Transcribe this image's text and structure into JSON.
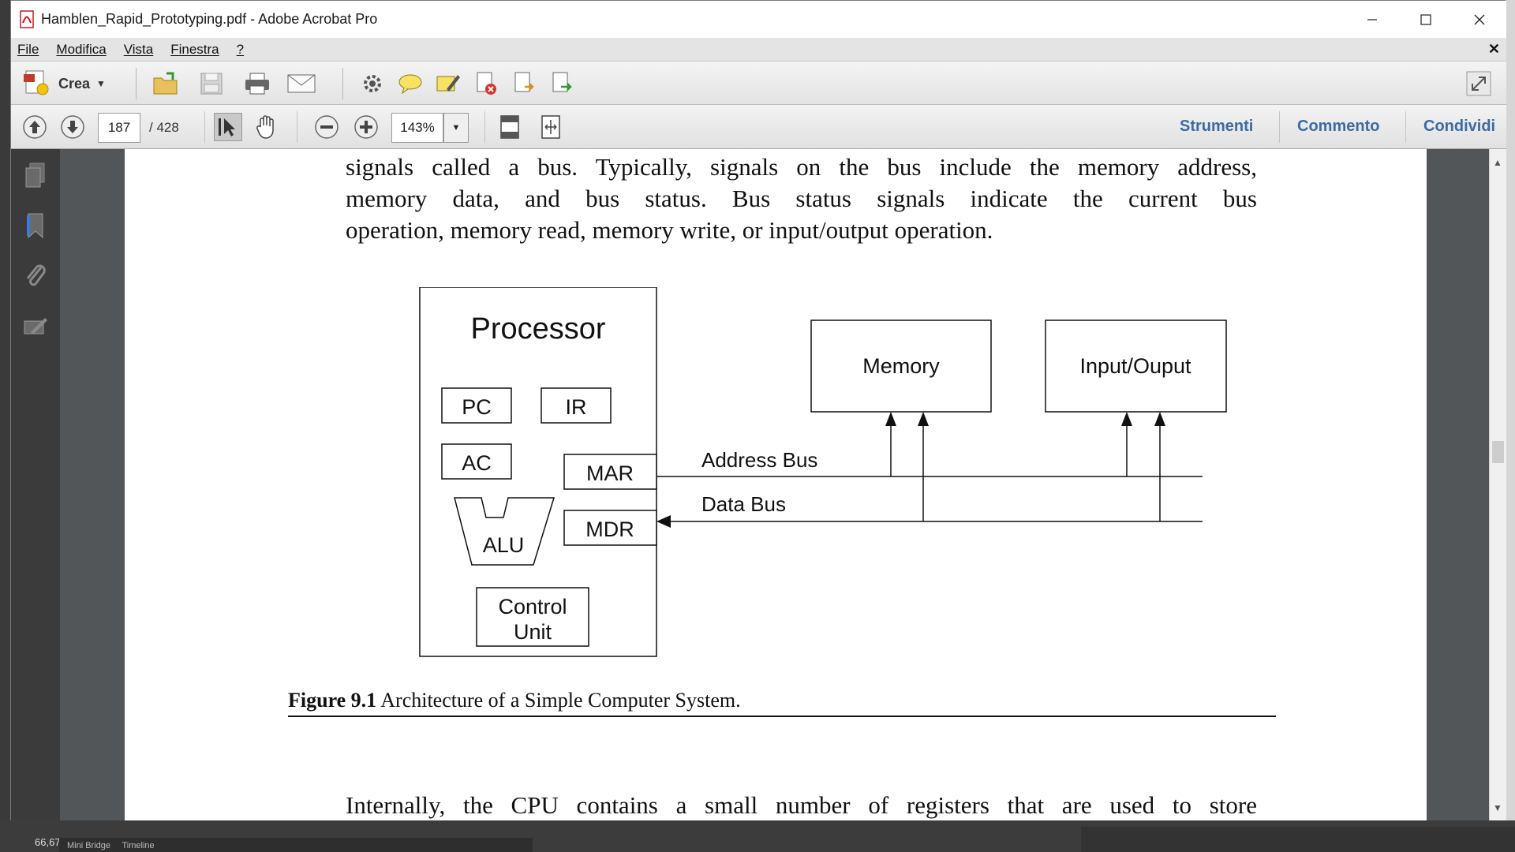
{
  "window": {
    "title": "Hamblen_Rapid_Prototyping.pdf - Adobe Acrobat Pro"
  },
  "menu": [
    "File",
    "Modifica",
    "Vista",
    "Finestra",
    "?"
  ],
  "toolbar": {
    "create_label": "Crea"
  },
  "navigation": {
    "current_page": "187",
    "total_pages": "/ 428",
    "zoom": "143%"
  },
  "panels": {
    "tools": "Strumenti",
    "comment": "Commento",
    "share": "Condividi"
  },
  "document": {
    "para1_line1": "signals called a bus. Typically, signals on the bus include the memory address,",
    "para1_line2": "memory data, and bus status. Bus status signals indicate the current bus",
    "para1_line3": "operation, memory read, memory write, or input/output operation.",
    "para2_line1": "Internally, the CPU contains a small number of registers that are used to store",
    "figure": {
      "processor": "Processor",
      "pc": "PC",
      "ir": "IR",
      "ac": "AC",
      "mar": "MAR",
      "mdr": "MDR",
      "alu": "ALU",
      "control_line1": "Control",
      "control_line2": "Unit",
      "memory": "Memory",
      "io": "Input/Ouput",
      "address_bus": "Address Bus",
      "data_bus": "Data Bus"
    },
    "caption_label": "Figure 9.1",
    "caption_text": " Architecture of a Simple Computer System."
  },
  "statusbar": {
    "coords": "66,67",
    "tab1": "Mini Bridge",
    "tab2": "Timeline"
  },
  "colors": {
    "link": "#3d6aa3",
    "panel": "#3b3b3b",
    "doc_bg": "#525659"
  }
}
